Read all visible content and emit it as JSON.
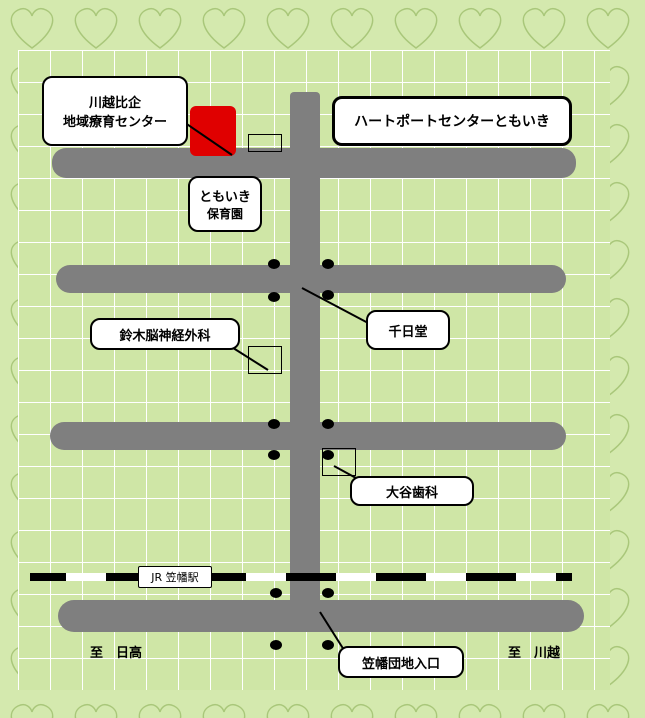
{
  "title_center": "川越比企\n地域療育センター",
  "title_center_line1": "川越比企",
  "title_center_line2": "地域療育センター",
  "heart_port": "ハートポートセンターともいき",
  "tomoiki_line1": "ともいき",
  "tomoiki_line2": "保育園",
  "sennichido": "千日堂",
  "suzuki": "鈴木脳神経外科",
  "otani": "大谷歯科",
  "station": "JR 笠幡駅",
  "kasahata_entrance": "笠幡団地入口",
  "to_hidaka": "至　日高",
  "to_kawagoe": "至　川越",
  "colors": {
    "road": "#7f7f7f",
    "target_building": "#e00000",
    "grass": "#cfe6a6"
  },
  "icons": [
    "heart-pattern-border"
  ]
}
